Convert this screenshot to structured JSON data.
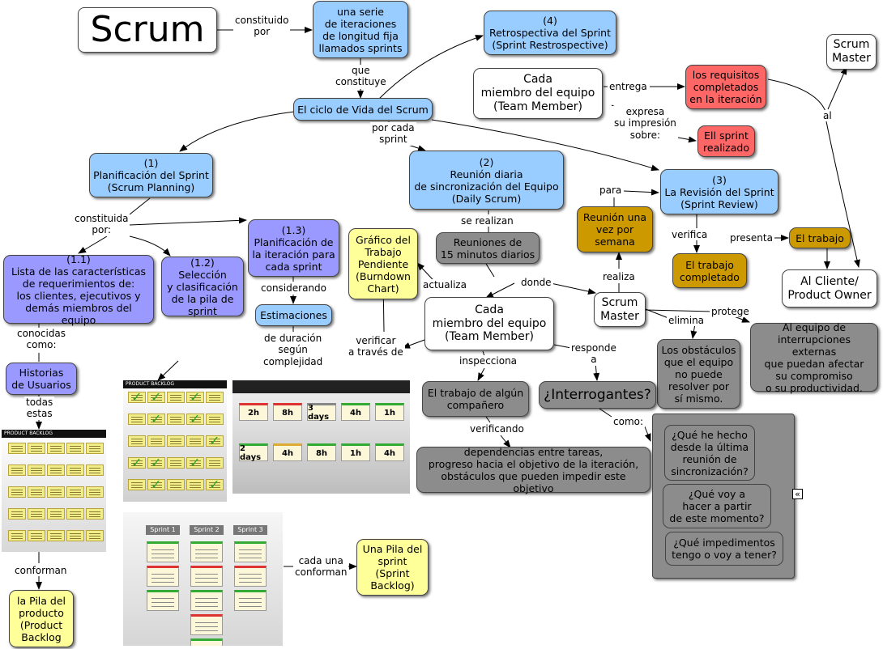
{
  "nodes": {
    "scrum": "Scrum",
    "serie": "una serie\nde iteraciones\nde longitud fija\nllamados sprints",
    "retro": "(4)\nRetrospectiva del Sprint\n(Sprint Restrospective)",
    "sm_top": "Scrum\nMaster",
    "ciclo": "El ciclo de Vida del Scrum",
    "miembro_top": "Cada\nmiembro del equipo\n(Team Member)",
    "requisitos": "los requisitos\ncompletados\nen la iteración",
    "sprint_realizado": "Ell sprint\nrealizado",
    "planificacion": "(1)\nPlanificación del Sprint\n(Scrum Planning)",
    "diaria": "(2)\nReunión diaria\nde sincronización del Equipo\n(Daily Scrum)",
    "revision": "(3)\nLa Revisión del Sprint\n(Sprint Review)",
    "reunion_semana": "Reunión una\nvez por\nsemana",
    "trabajo": "El trabajo",
    "trabajo_completado": "El trabajo\ncompletado",
    "cliente": "Al Cliente/\nProduct Owner",
    "reuniones15": "Reuniones de\n15 minutos diarios",
    "grafico": "Gráfico del\nTrabajo\nPendiente\n(Burndown\nChart)",
    "plan_iter": "(1.3)\nPlanificación de\nla iteración para\ncada sprint",
    "lista": "(1.1)\nLista de las características\nde requerimientos de:\nlos clientes, ejecutivos y\ndemás miembros del equipo",
    "seleccion": "(1.2)\nSelección\ny clasificación\nde la pila de\nsprint",
    "estimaciones": "Estimaciones",
    "miembro_mid": "Cada\nmiembro del equipo\n(Team Member)",
    "sm_mid": "Scrum\nMaster",
    "interruptions": "Al equipo de\ninterrupciones externas\nque puedan afectar\nsu compromiso\no su productividad.",
    "obstaculos": "Los obstáculos\nque el equipo\nno puede\nresolver por\nsí mismo.",
    "historias": "Historias\nde Usuarios",
    "trabajo_comp": "El trabajo de algún\ncompañero",
    "interrogantes": "¿Interrogantes?",
    "dependencias": "dependencias entre tareas,\nprogreso hacia el objetivo de la iteración,\nobstáculos que pueden impedir este objetivo",
    "q1": "¿Qué he hecho\ndesde la última\nreunión de\nsincronización?",
    "q2": "¿Qué voy a\nhacer a partir\nde este momento?",
    "q3": "¿Qué impedimentos\ntengo o voy a tener?",
    "pila_producto": "la Pila del\nproducto\n(Product\nBacklog",
    "pila_sprint": "Una Pila del\nsprint\n(Sprint\nBacklog)"
  },
  "links": {
    "constituido_por": "constituido\npor",
    "que_constituye": "que\nconstituye",
    "entrega": "entrega",
    "expresa": "expresa\nsu impresión\nsobre:",
    "al": "al",
    "por_cada_sprint": "por cada\nsprint",
    "para": "para",
    "verifica": "verifica",
    "presenta": "presenta",
    "se_realizan": "se realizan",
    "constituida_por": "constituida\npor:",
    "considerando": "considerando",
    "de_duracion": "de duración\nsegún\ncomplejidad",
    "actualiza": "actualiza",
    "donde": "donde",
    "realiza": "realiza",
    "protege": "protege",
    "elimina": "elimina",
    "verificar": "verificar\na través de",
    "inspecciona": "inspecciona",
    "responde_a": "responde\na",
    "conocidas_como": "conocidas\ncomo:",
    "todas_estas": "todas\nestas",
    "verificando": "verificando",
    "como": "como:",
    "conforman": "conforman",
    "cada_una_conforman": "cada una\nconforman"
  },
  "images": {
    "product_backlog_header": "PRODUCT BACKLOG",
    "selection_header": "PRODUCT BACKLOG",
    "estimates": [
      "2h",
      "8h",
      "3 days",
      "4h",
      "1h",
      "2 days",
      "4h",
      "8h",
      "1h",
      "4h"
    ],
    "sprints": [
      "Sprint 1",
      "Sprint 2",
      "Sprint 3"
    ]
  },
  "collapse_marker": "«",
  "colors": {
    "blue": "#99ccff",
    "purple": "#9999ff",
    "gray": "#8c8c8c",
    "red": "#ff6666",
    "gold": "#cc9900",
    "yellow": "#ffff99"
  }
}
